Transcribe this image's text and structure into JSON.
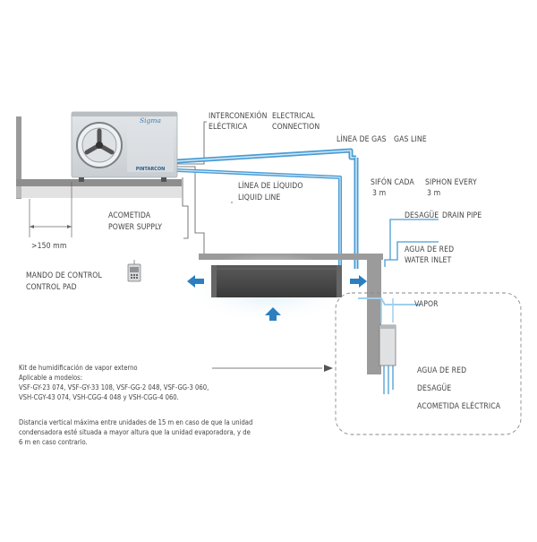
{
  "colors": {
    "pipe_blue": "#3a8fc8",
    "pipe_light": "#9fd0ee",
    "arrow_blue": "#2b7fc0",
    "unit_dark": "#4a4a4a",
    "wall_gray": "#8a8a8a",
    "line_gray": "#555555"
  },
  "units": {
    "outdoor_brand": "Sigma",
    "outdoor_maker": "PINTARCON"
  },
  "labels": {
    "interconexion": "INTERCONEXIÓN",
    "electrica": "ELÉCTRICA",
    "electrical": "ELECTRICAL",
    "connection": "CONNECTION",
    "linea_gas": "LÍNEA DE GAS",
    "gas_line": "GAS LINE",
    "linea_liquido": "LÍNEA DE LÍQUIDO",
    "liquid_line": "LIQUID LINE",
    "sifon_cada": "SIFÓN CADA",
    "sifon_3m": "3 m",
    "siphon_every": "SIPHON EVERY",
    "siphon_3m": "3 m",
    "acometida": "ACOMETIDA",
    "power_supply": "POWER SUPPLY",
    "desague_top": "DESAGÜE",
    "drain_pipe": "DRAIN PIPE",
    "agua_red_top": "AGUA DE RED",
    "water_inlet": "WATER INLET",
    "vapor": "VAPOR",
    "distance": ">150 mm",
    "mando": "MANDO DE CONTROL",
    "control_pad": "CONTROL PAD",
    "agua_red": "AGUA DE RED",
    "desague": "DESAGÜE",
    "acometida_electrica": "ACOMETIDA ELÉCTRICA"
  },
  "notes": {
    "kit_line1": "Kit de humidificación de vapor externo",
    "kit_line2": "Aplicable a modelos:",
    "kit_line3": "VSF-GY-23 074, VSF-GY-33 108, VSF-GG-2 048, VSF-GG-3 060,",
    "kit_line4": "VSH-CGY-43 074, VSH-CGG-4 048 y VSH-CGG-4 060.",
    "dist_line1": "Distancia vertical máxima entre unidades de 15 m en caso de que la unidad",
    "dist_line2": "condensadora esté situada a mayor altura que la unidad evaporadora, y de",
    "dist_line3": "6 m en caso contrario."
  }
}
